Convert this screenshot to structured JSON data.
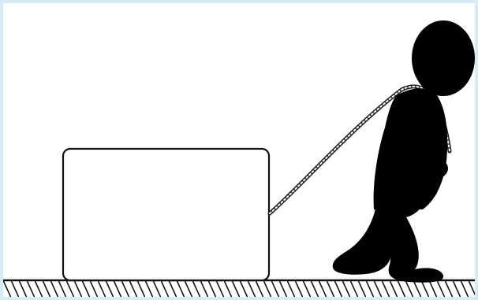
{
  "scene": {
    "description_id": "person-pulling-box",
    "colors": {
      "frame_border": "#d5ecf6",
      "background": "#ffffff",
      "figure": "#000000",
      "box_fill": "#ffffff",
      "box_stroke": "#111111",
      "ground_hatch": "#111111",
      "rope_dark": "#222222",
      "rope_light": "#ffffff"
    },
    "elements": {
      "ground": "ground-hatched",
      "box": "block",
      "rope": "rope",
      "person": "person-silhouette"
    }
  }
}
